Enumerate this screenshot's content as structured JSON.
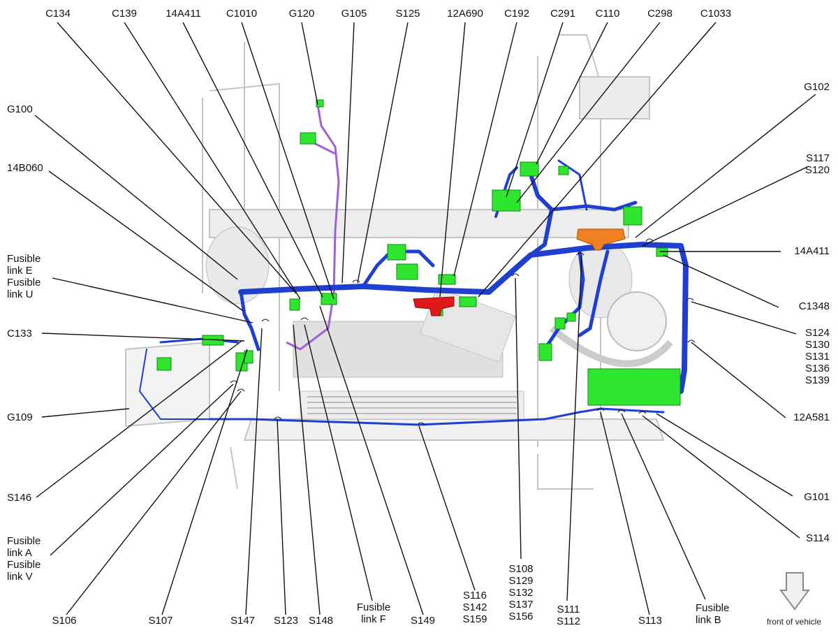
{
  "labels": {
    "C134": "C134",
    "C139": "C139",
    "14A411_top": "14A411",
    "C1010": "C1010",
    "G120": "G120",
    "G105": "G105",
    "S125": "S125",
    "12A690": "12A690",
    "C192": "C192",
    "C291": "C291",
    "C110": "C110",
    "C298": "C298",
    "C1033": "C1033",
    "G100": "G100",
    "14B060": "14B060",
    "G102": "G102",
    "S117": "S117",
    "S120": "S120",
    "14A411_right": "14A411",
    "C1348": "C1348",
    "S124": "S124",
    "S130": "S130",
    "S131": "S131",
    "S136": "S136",
    "S139": "S139",
    "12A581": "12A581",
    "G101": "G101",
    "S114": "S114",
    "fusible_link_E_1": "Fusible",
    "fusible_link_E_2": "link E",
    "fusible_link_U_1": "Fusible",
    "fusible_link_U_2": "link U",
    "C133": "C133",
    "G109": "G109",
    "S146": "S146",
    "fusible_link_A_1": "Fusible",
    "fusible_link_A_2": "link A",
    "fusible_link_V_1": "Fusible",
    "fusible_link_V_2": "link V",
    "S106": "S106",
    "S107": "S107",
    "S147": "S147",
    "S123": "S123",
    "S148": "S148",
    "fusible_link_F_1": "Fusible",
    "fusible_link_F_2": "link F",
    "S149": "S149",
    "S116": "S116",
    "S142": "S142",
    "S159": "S159",
    "S108": "S108",
    "S129": "S129",
    "S132": "S132",
    "S137": "S137",
    "S156": "S156",
    "S111": "S111",
    "S112": "S112",
    "S113": "S113",
    "fusible_link_B_1": "Fusible",
    "fusible_link_B_2": "link B",
    "front_of_vehicle": "front of vehicle"
  },
  "colors": {
    "harness_blue": "#1f3fd0",
    "connector_green": "#2ee62e",
    "purple_wire": "#a060d8",
    "relay_red": "#e01818",
    "junction_orange": "#f08020",
    "body_grey": "#d8d8d8",
    "leader": "#111111"
  },
  "icons": {
    "front_arrow": "down-arrow-icon"
  }
}
